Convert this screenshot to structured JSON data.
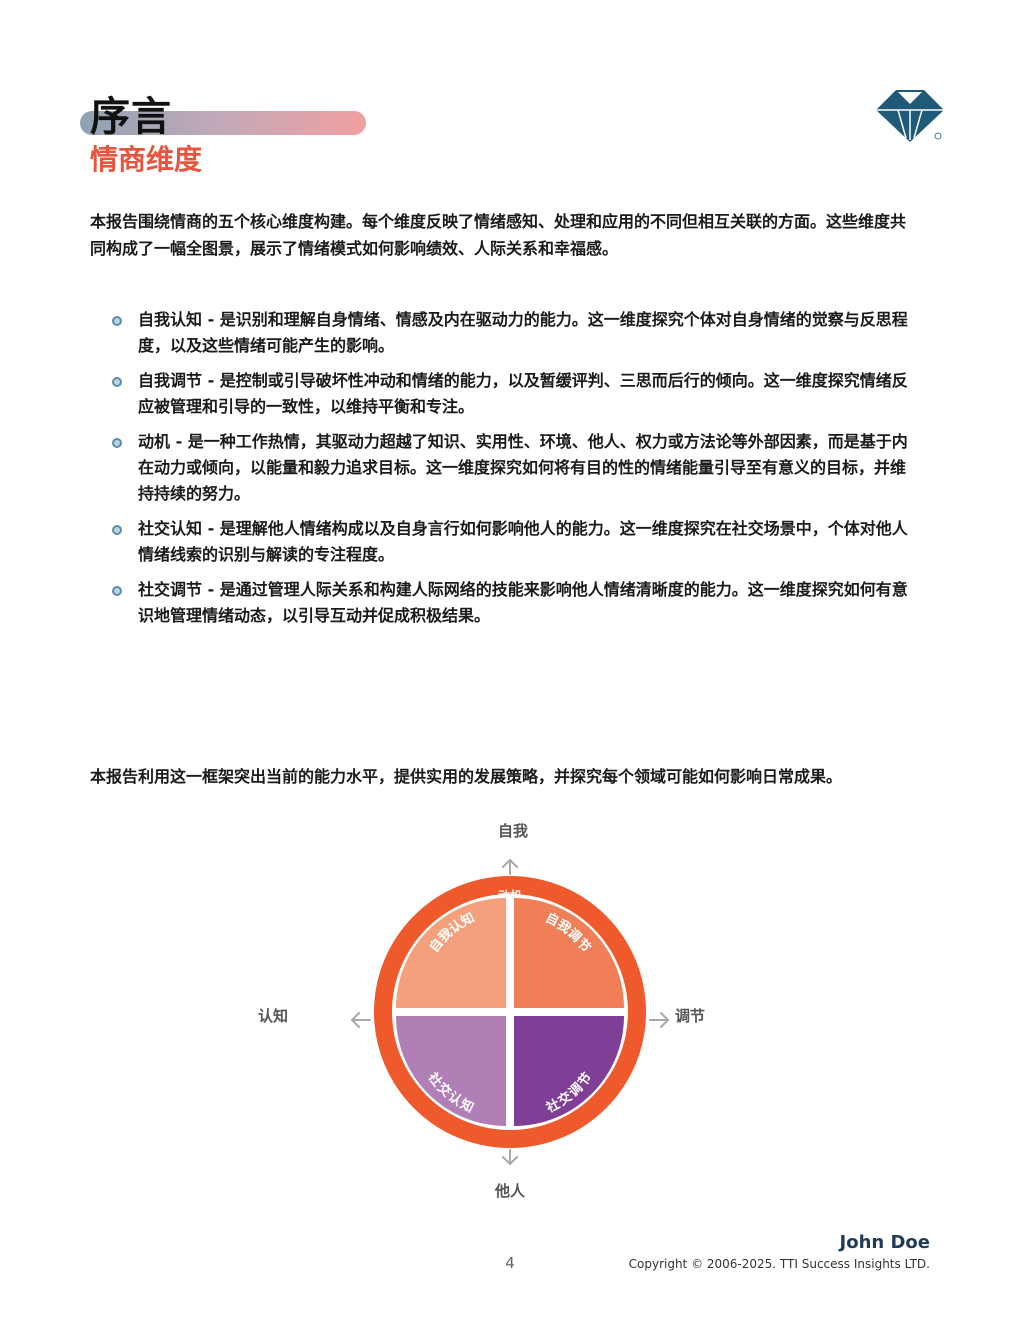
{
  "header": {
    "title": "序言",
    "subtitle": "情商维度"
  },
  "intro": "本报告围绕情商的五个核心维度构建。每个维度反映了情绪感知、处理和应用的不同但相互关联的方面。这些维度共同构成了一幅全图景，展示了情绪模式如何影响绩效、人际关系和幸福感。",
  "dimensions": [
    "自我认知 - 是识别和理解自身情绪、情感及内在驱动力的能力。这一维度探究个体对自身情绪的觉察与反思程度，以及这些情绪可能产生的影响。",
    "自我调节 - 是控制或引导破坏性冲动和情绪的能力，以及暂缓评判、三思而后行的倾向。这一维度探究情绪反应被管理和引导的一致性，以维持平衡和专注。",
    "动机 - 是一种工作热情，其驱动力超越了知识、实用性、环境、他人、权力或方法论等外部因素，而是基于内在动力或倾向，以能量和毅力追求目标。这一维度探究如何将有目的性的情绪能量引导至有意义的目标，并维持持续的努力。",
    "社交认知 - 是理解他人情绪构成以及自身言行如何影响他人的能力。这一维度探究在社交场景中，个体对他人情绪线索的识别与解读的专注程度。",
    "社交调节 - 是通过管理人际关系和构建人际网络的技能来影响他人情绪清晰度的能力。这一维度探究如何有意识地管理情绪动态，以引导互动并促成积极结果。"
  ],
  "framework_text": "本报告利用这一框架突出当前的能力水平，提供实用的发展策略，并探究每个领域可能如何影响日常成果。",
  "diagram": {
    "axis_top": "自我",
    "axis_bottom": "他人",
    "axis_left": "认知",
    "axis_right": "调节",
    "ring_label": "动机",
    "quadrants": {
      "top_left": "自我认知",
      "top_right": "自我调节",
      "bottom_left": "社交认知",
      "bottom_right": "社交调节"
    },
    "colors": {
      "ring": "#ee5a2c",
      "top_left": "#f4a07c",
      "top_right": "#f07f57",
      "bottom_left": "#b07fb6",
      "bottom_right": "#7f3f97",
      "arrows": "#a8a8a8"
    }
  },
  "footer": {
    "name": "John Doe",
    "copyright": "Copyright © 2006-2025. TTI Success Insights LTD.",
    "page_number": "4"
  },
  "logo": {
    "icon": "tti-logo-icon",
    "color": "#1f5a78"
  }
}
